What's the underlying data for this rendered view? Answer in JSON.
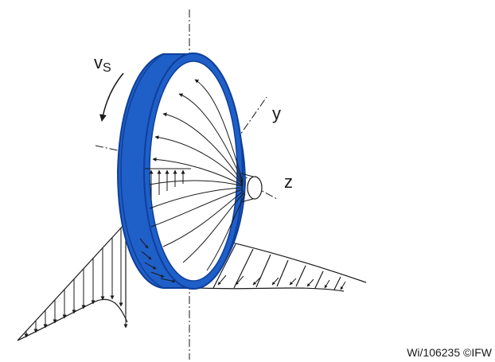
{
  "labels": {
    "velocity": "v",
    "velocity_sub": "S",
    "axis_y": "y",
    "axis_z": "z"
  },
  "credit": "Wi/106235 ©IFW",
  "colors": {
    "wheel_blue": "#1f5fc8",
    "wheel_dark": "#0f3f9a",
    "line": "#1a1a1a"
  }
}
